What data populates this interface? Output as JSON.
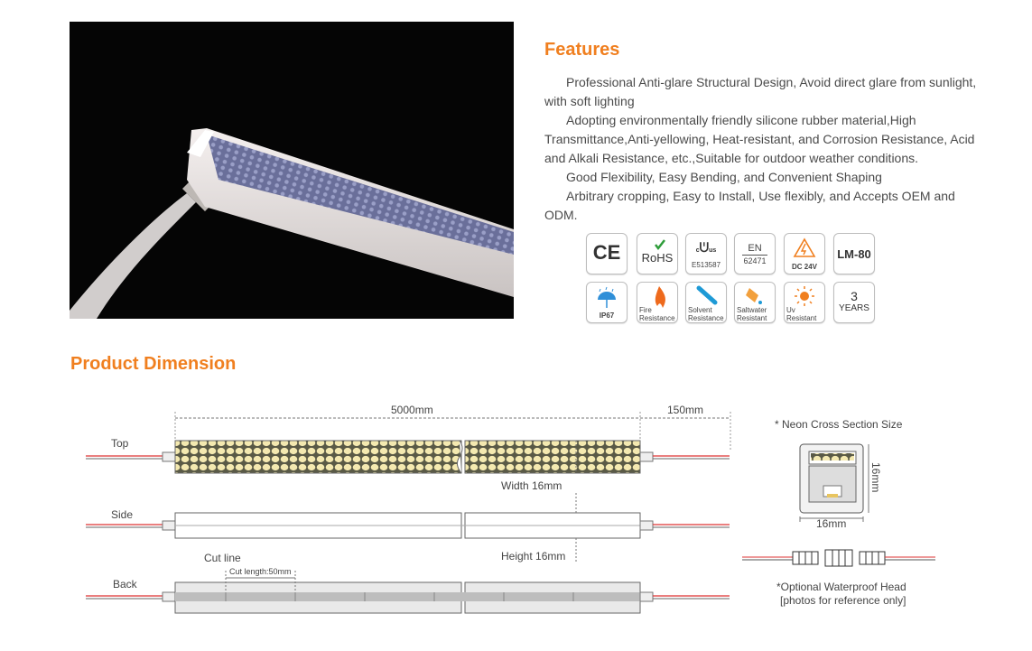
{
  "features": {
    "title": "Features",
    "items": [
      "Professional Anti-glare Structural Design, Avoid direct glare from sunlight, with soft lighting",
      "Adopting environmentally friendly silicone rubber material,High Transmittance,Anti-yellowing, Heat-resistant, and Corrosion Resistance, Acid and Alkali Resistance, etc.,Suitable for outdoor weather conditions.",
      "Good Flexibility, Easy Bending, and Convenient Shaping",
      "Arbitrary cropping, Easy to Install, Use flexibly, and Accepts OEM and ODM."
    ]
  },
  "badges": [
    {
      "icon": "ce-mark-icon",
      "lines": [
        "CE"
      ]
    },
    {
      "icon": "rohs-icon",
      "lines": [
        "RoHS"
      ]
    },
    {
      "icon": "ul-mark-icon",
      "lines": [
        "c",
        "us",
        "E513587"
      ]
    },
    {
      "icon": "en-standard-icon",
      "lines": [
        "EN",
        "62471"
      ]
    },
    {
      "icon": "voltage-warning-icon",
      "lines": [
        "DC 24V"
      ]
    },
    {
      "icon": "lm80-icon",
      "lines": [
        "LM-80"
      ]
    },
    {
      "icon": "waterproof-icon",
      "lines": [
        "IP67"
      ]
    },
    {
      "icon": "fire-icon",
      "lines": [
        "Fire",
        "Resistance"
      ]
    },
    {
      "icon": "solvent-icon",
      "lines": [
        "Solvent",
        "Resistance"
      ]
    },
    {
      "icon": "saltwater-icon",
      "lines": [
        "Saltwater",
        "Resistant"
      ]
    },
    {
      "icon": "sun-icon",
      "lines": [
        "Uv",
        "Resistant"
      ]
    },
    {
      "icon": "warranty-icon",
      "lines": [
        "3",
        "YEARS"
      ]
    }
  ],
  "dimension": {
    "title": "Product Dimension",
    "length": "5000mm",
    "lead": "150mm",
    "views": [
      "Top",
      "Side",
      "Back"
    ],
    "width": "Width 16mm",
    "height": "Height 16mm",
    "cut_line": "Cut line",
    "cut_length": "Cut length:50mm",
    "cross_section_title": "*  Neon Cross Section Size",
    "cross_w": "16mm",
    "cross_h": "16mm",
    "waterproof_head": "*Optional Waterproof Head",
    "reference": "[photos for reference only]"
  },
  "colors": {
    "accent": "#f07f1f",
    "blue": "#1e88e5"
  }
}
